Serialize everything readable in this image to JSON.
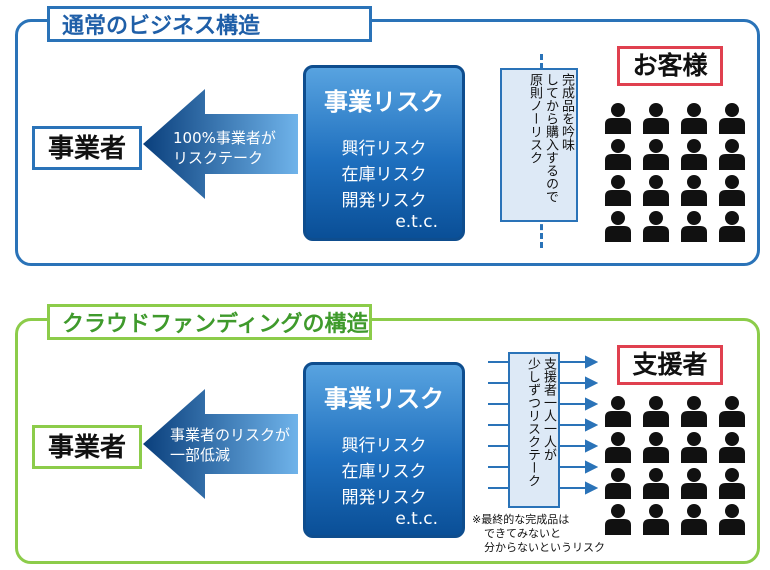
{
  "top": {
    "title": "通常のビジネス構造",
    "actor": "事業者",
    "arrow_lines": [
      "100%事業者が",
      "リスクテーク"
    ],
    "risk": {
      "title": "事業リスク",
      "items": [
        "興行リスク",
        "在庫リスク",
        "開発リスク"
      ],
      "etc": "e.t.c."
    },
    "middle_lines": [
      "完成品を吟味",
      "してから購入するので",
      "原則ノーリスク"
    ],
    "customer_label": "お客様"
  },
  "bottom": {
    "title": "クラウドファンディングの構造",
    "actor": "事業者",
    "arrow_lines": [
      "事業者のリスクが",
      "一部低減"
    ],
    "risk": {
      "title": "事業リスク",
      "items": [
        "興行リスク",
        "在庫リスク",
        "開発リスク"
      ],
      "etc": "e.t.c."
    },
    "middle_lines": [
      "支援者一人一人が",
      "少しずつリスクテーク"
    ],
    "customer_label": "支援者",
    "note_lines": [
      "※最終的な完成品は",
      "できてみないと",
      "分からないというリスク"
    ]
  },
  "colors": {
    "blue": "#2a73b8",
    "green": "#8ccc4a",
    "red": "#e0404f",
    "arrow_dark": "#0d4f96"
  },
  "icons": {
    "people": "person-icon",
    "arrows": "arrow-right-icon"
  }
}
